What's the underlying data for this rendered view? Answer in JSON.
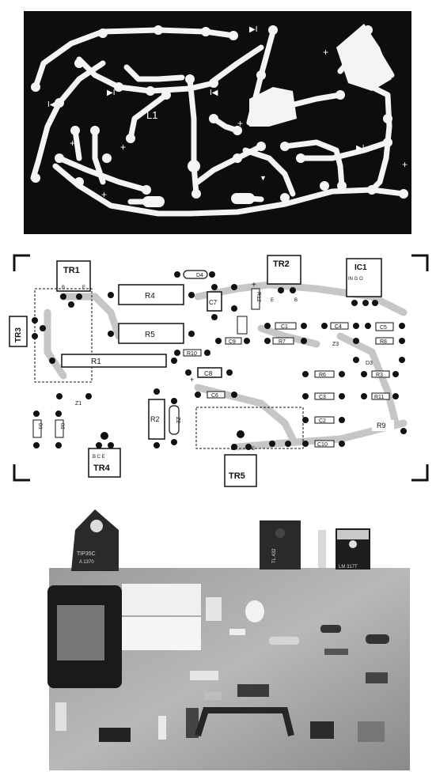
{
  "pcb": {
    "labels": {
      "inductor": "L1",
      "plus": "+",
      "diode": "▶I",
      "diode_rev": "I◀",
      "dash": "—",
      "arrow_down": "▼"
    }
  },
  "layout": {
    "transistors": {
      "tr1": "TR1",
      "tr2": "TR2",
      "tr3": "TR3",
      "tr4": "TR4",
      "tr5": "TR5"
    },
    "pins": {
      "b": "B",
      "c": "C",
      "e": "E",
      "bce": "B C E",
      "e_small": "E",
      "c_small": "C",
      "b_small": "B"
    },
    "ic": {
      "name": "IC1",
      "pins": "IN G O"
    },
    "resistors": {
      "r1": "R1",
      "r2": "R2",
      "r4": "R4",
      "r5": "R5",
      "r9": "R9",
      "r3": "R3",
      "r6": "R6",
      "r7": "R7",
      "r8": "R8",
      "r10": "R10",
      "r11": "R11",
      "r12": "R12"
    },
    "capacitors": {
      "c1": "C1",
      "c2": "C2",
      "c3": "C3",
      "c4": "C4",
      "c5": "C5",
      "c6": "C6",
      "c7": "C7",
      "c8": "C8",
      "c9": "C9",
      "c10": "C10"
    },
    "diodes": {
      "d1": "D1",
      "d2": "D2",
      "d3": "D3",
      "d4": "D4"
    },
    "zeners": {
      "z1": "Z1",
      "z2": "Z2",
      "z3": "Z3"
    },
    "marks": {
      "plus": "+"
    }
  },
  "photo": {
    "transistor_left": "TIP35C",
    "transistor_left_code": "A 1370",
    "transistor_mid": "TL 432",
    "transistor_right": "LM 317T"
  }
}
